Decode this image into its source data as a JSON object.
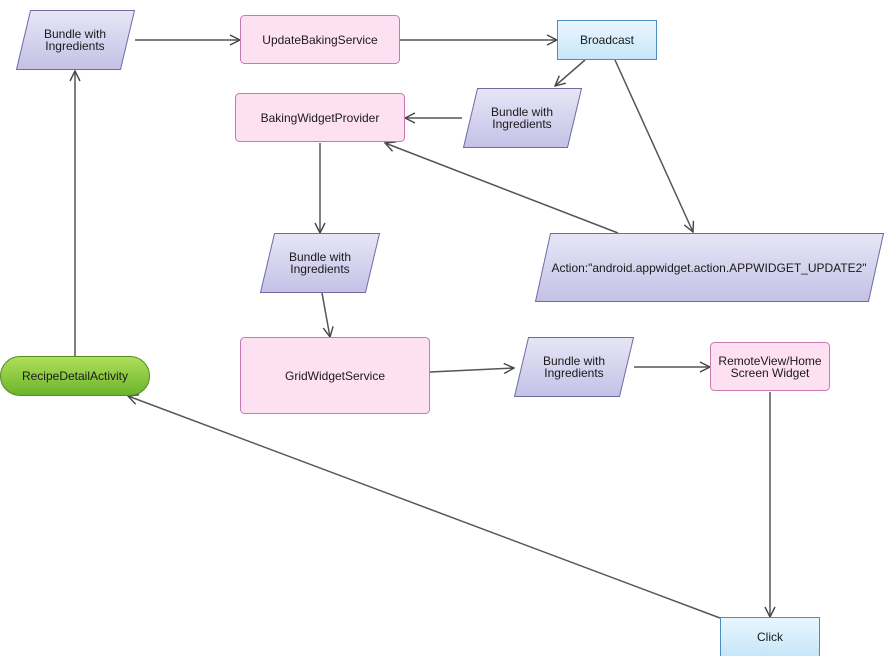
{
  "nodes": {
    "bundle_top_left": "Bundle with\nIngredients",
    "update_baking_service": "UpdateBakingService",
    "broadcast": "Broadcast",
    "baking_widget_provider": "BakingWidgetProvider",
    "bundle_right": "Bundle with\nIngredients",
    "action_widget_update": "Action:\"android.appwidget.action.APPWIDGET_UPDATE2\"",
    "bundle_middle": "Bundle with\nIngredients",
    "grid_widget_service": "GridWidgetService",
    "bundle_bottom": "Bundle with\nIngredients",
    "remote_view_widget": "RemoteView/Home\nScreen Widget",
    "recipe_detail_activity": "RecipeDetailActivity",
    "click": "Click"
  },
  "colors": {
    "process_fill": "#fde0f2",
    "process_stroke": "#c77ab0",
    "data_fill_top": "#e7e6f6",
    "data_fill_bottom": "#c4c1e6",
    "data_stroke": "#6e6ba3",
    "event_fill_top": "#eaf7ff",
    "event_fill_bottom": "#c6e6f8",
    "event_stroke": "#4b8fc0",
    "activity_fill_top": "#b0e05a",
    "activity_fill_bottom": "#6bb32c",
    "activity_stroke": "#4f8d1f",
    "edge": "#555555"
  }
}
